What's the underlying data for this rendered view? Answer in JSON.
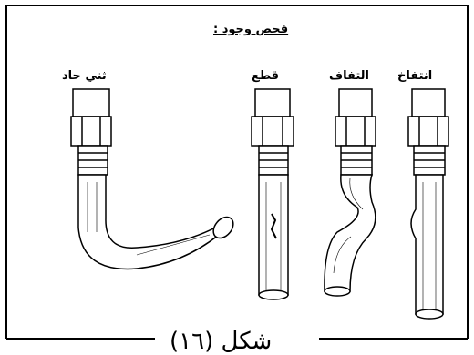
{
  "title": "فحص وجود :",
  "labels": {
    "sharp_bend": "ثني حاد",
    "cut": "قطع",
    "twist": "التفاف",
    "bulge": "انتفاخ"
  },
  "caption": "شكل (١٦)"
}
